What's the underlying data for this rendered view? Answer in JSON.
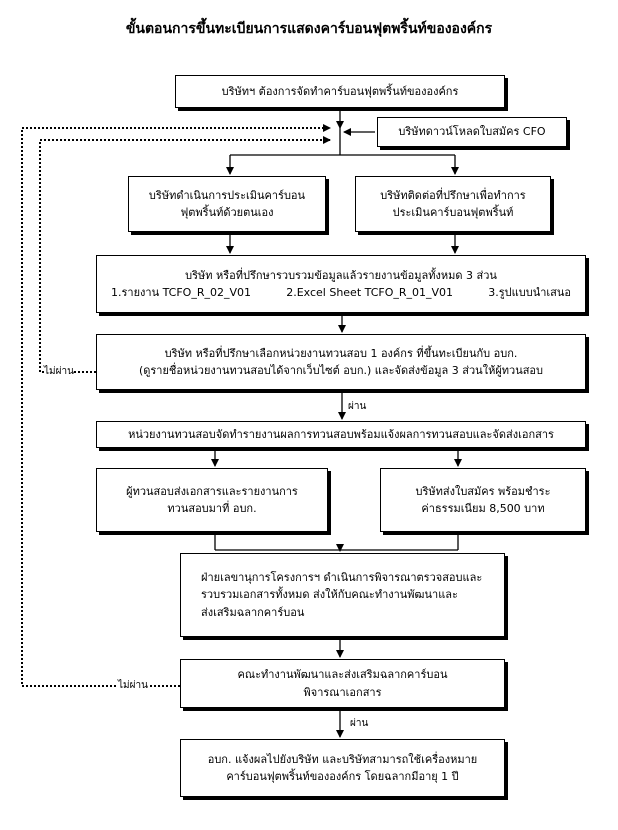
{
  "title": "ขั้นตอนการขึ้นทะเบียนการแสดงคาร์บอนฟุตพริ้นท์ขององค์กร",
  "steps": {
    "company_need": "บริษัทฯ ต้องการจัดทำคาร์บอนฟุตพริ้นท์ขององค์กร",
    "download_form": "บริษัทดาวน์โหลดใบสมัคร CFO",
    "self_assess": [
      "บริษัทดำเนินการประเมินคาร์บอน",
      "ฟุตพริ้นท์ด้วยตนเอง"
    ],
    "consultant_assess": [
      "บริษัทติดต่อที่ปรึกษาเพื่อทำการ",
      "ประเมินคาร์บอนฟุตพริ้นท์"
    ],
    "collect_info": {
      "line": "บริษัท หรือที่ปรึกษารวบรวมข้อมูลแล้วรายงานข้อมูลทั้งหมด 3 ส่วน",
      "items": [
        "1.รายงาน TCFO_R_02_V01",
        "2.Excel Sheet TCFO_R_01_V01",
        "3.รูปแบบนำเสนอ"
      ]
    },
    "select_verifier": [
      "บริษัท หรือที่ปรึกษาเลือกหน่วยงานทวนสอบ 1 องค์กร ที่ขึ้นทะเบียนกับ อบก.",
      "(ดูรายชื่อหน่วยงานทวนสอบได้จากเว็บไซต์ อบก.) และจัดส่งข้อมูล 3 ส่วนให้ผู้ทวนสอบ"
    ],
    "verifier_report": "หน่วยงานทวนสอบจัดทำรายงานผลการทวนสอบพร้อมแจ้งผลการทวนสอบและจัดส่งเอกสาร",
    "verifier_send": [
      "ผู้ทวนสอบส่งเอกสารและรายงานการ",
      "ทวนสอบมาที่ อบก."
    ],
    "company_submit": [
      "บริษัทส่งใบสมัคร พร้อมชำระ",
      "ค่าธรรมเนียม 8,500 บาท"
    ],
    "secretariat": [
      "ฝ่ายเลขานุการโครงการฯ ดำเนินการพิจารณาตรวจสอบและ",
      "รวบรวมเอกสารทั้งหมด ส่งให้กับคณะทำงานพัฒนาและ",
      "ส่งเสริมฉลากคาร์บอน"
    ],
    "committee": [
      "คณะทำงานพัฒนาและส่งเสริมฉลากคาร์บอน",
      "พิจารณาเอกสาร"
    ],
    "result": [
      "อบก. แจ้งผลไปยังบริษัท และบริษัทสามารถใช้เครื่องหมาย",
      "คาร์บอนฟุตพริ้นท์ขององค์กร โดยฉลากมีอายุ 1 ปี"
    ]
  },
  "labels": {
    "pass_1": "ผ่าน",
    "pass_2": "ผ่าน",
    "fail_1": "ไม่ผ่าน",
    "fail_2": "ไม่ผ่าน"
  }
}
